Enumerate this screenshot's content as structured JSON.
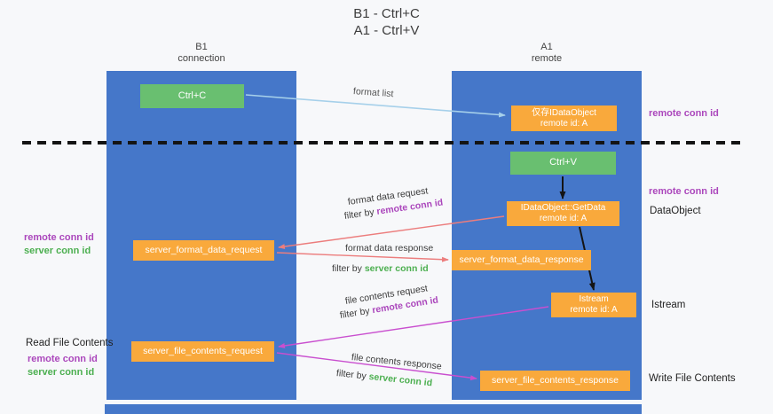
{
  "title": {
    "line1": "B1 - Ctrl+C",
    "line2": "A1 - Ctrl+V"
  },
  "lanes": {
    "left": {
      "name": "B1",
      "subtitle": "connection"
    },
    "right": {
      "name": "A1",
      "subtitle": "remote"
    }
  },
  "boxes": {
    "ctrl_c": "Ctrl+C",
    "ctrl_v": "Ctrl+V",
    "idataobject_proxy": {
      "line1": "仅存IDataObject",
      "line2": "remote id: A"
    },
    "getdata": {
      "line1": "IDataObject::GetData",
      "line2": "remote id: A"
    },
    "istream": {
      "line1": "Istream",
      "line2": "remote id: A"
    },
    "server_format_data_request": "server_format_data_request",
    "server_format_data_response": "server_format_data_response",
    "server_file_contents_request": "server_file_contents_request",
    "server_file_contents_response": "server_file_contents_response"
  },
  "arrow_labels": {
    "format_list": "format list",
    "format_data_request": "format data request",
    "format_data_response": "format data response",
    "file_contents_request": "file contents request",
    "file_contents_response": "file contents response",
    "filter_by": "filter by",
    "remote_conn_id": "remote conn id",
    "server_conn_id": "server conn id"
  },
  "side_labels": {
    "right_remote_conn_id_1": "remote conn id",
    "right_remote_conn_id_2": "remote conn id",
    "dataobject": "DataObject",
    "istream": "Istream",
    "write_file_contents": "Write File Contents",
    "left_remote_conn_id_1": "remote conn id",
    "left_server_conn_id_1": "server conn id",
    "read_file_contents": "Read File Contents",
    "left_remote_conn_id_2": "remote conn id",
    "left_server_conn_id_2": "server conn id"
  },
  "colors": {
    "background": "#f7f8fa",
    "lane_blue": "#4577c9",
    "box_green": "#69bf70",
    "box_orange": "#f9a93c",
    "arrow_blue": "#a6d0ea",
    "arrow_red": "#ec7d7d",
    "arrow_magenta": "#c94fcf",
    "label_purple": "#ab47bc",
    "label_green": "#4caf50",
    "text_dark": "#3d3d3d",
    "dashed_line": "#141414"
  }
}
